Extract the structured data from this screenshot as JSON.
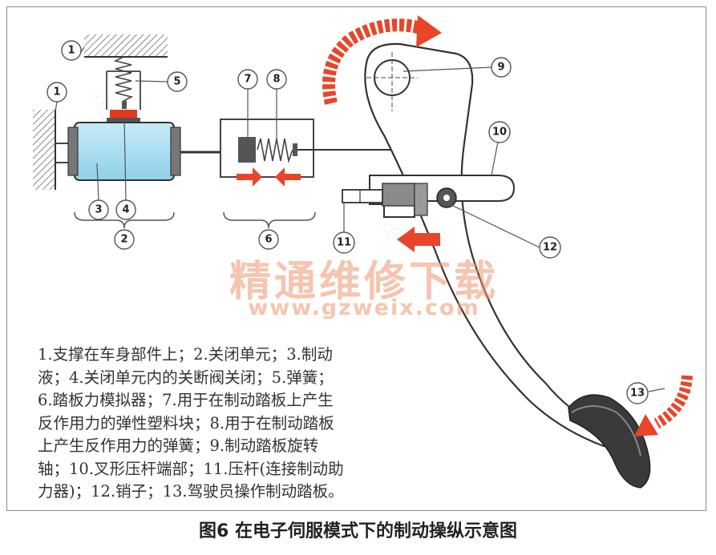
{
  "labels": {
    "n1a": "1",
    "n1b": "1",
    "n2": "2",
    "n3": "3",
    "n4": "4",
    "n5": "5",
    "n6": "6",
    "n7": "7",
    "n8": "8",
    "n9": "9",
    "n10": "10",
    "n11": "11",
    "n12": "12",
    "n13": "13"
  },
  "legend": {
    "lines": [
      "1.支撑在车身部件上；2.关闭单元；3.制动",
      "液；4.关闭单元内的关断阀关闭；5.弹簧；",
      "6.踏板力模拟器；7.用于在制动踏板上产生",
      "反作用力的弹性塑料块；8.用于在制动踏板",
      "上产生反作用力的弹簧；9.制动踏板旋转",
      "轴；10.叉形压杆端部；11.压杆(连接制动助",
      "力器)；12.销子；13.驾驶员操作制动踏板。"
    ]
  },
  "watermark": {
    "text": "精通维修下载",
    "url": "www.gzweix.com"
  },
  "caption": "图6 在电子伺服模式下的制动操纵示意图",
  "colors": {
    "fluid": "#a9dcef",
    "valve": "#e03a1e",
    "arrow": "#e8452a",
    "block": "#555555",
    "outline": "#333333"
  }
}
